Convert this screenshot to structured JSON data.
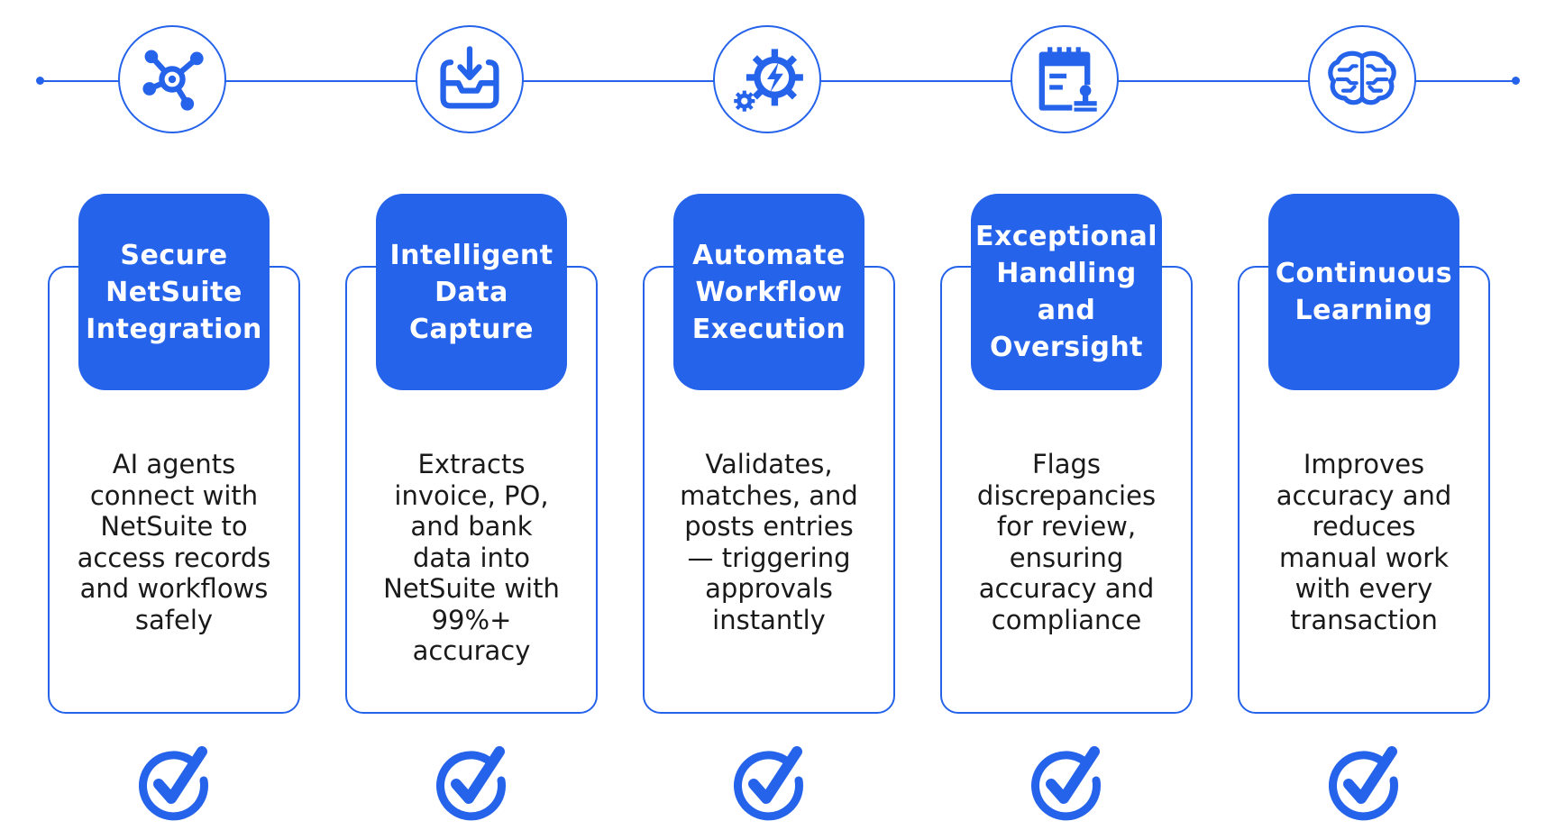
{
  "colors": {
    "accent": "#2563eb",
    "text": "#1a1a1a",
    "background": "#ffffff"
  },
  "steps": [
    {
      "icon": "network-hub-icon",
      "title": "Secure\nNetSuite\nIntegration",
      "description": "AI agents\nconnect with\nNetSuite to\naccess records\nand workflows\nsafely"
    },
    {
      "icon": "inbox-download-icon",
      "title": "Intelligent\nData\nCapture",
      "description": "Extracts\ninvoice, PO,\nand bank\ndata into\nNetSuite with\n99%+\naccuracy"
    },
    {
      "icon": "gear-lightning-icon",
      "title": "Automate\nWorkflow\nExecution",
      "description": "Validates,\nmatches, and\nposts entries\n— triggering\napprovals\ninstantly"
    },
    {
      "icon": "calendar-stamp-icon",
      "title": "Exceptional\nHandling\nand\nOversight",
      "description": "Flags\ndiscrepancies\nfor review,\nensuring\naccuracy and\ncompliance"
    },
    {
      "icon": "brain-circuit-icon",
      "title": "Continuous\nLearning",
      "description": "Improves\naccuracy and\nreduces\nmanual work\nwith every\ntransaction"
    }
  ]
}
